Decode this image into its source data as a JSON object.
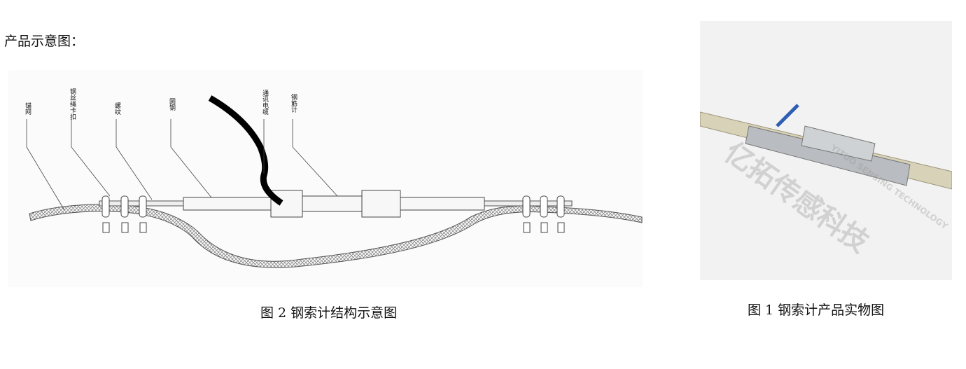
{
  "heading": "产品示意图：",
  "diagram": {
    "labels": [
      "锚网",
      "钢丝绳卡扣",
      "螺纹",
      "圆钢",
      "通讯电缆",
      "钢筋计"
    ],
    "caption": "图 2 钢索计结构示意图"
  },
  "photo": {
    "watermark_cn": "亿拓传感科技",
    "watermark_en": "YITUO SENSING TECHNOLOGY",
    "caption": "图 1 钢索计产品实物图"
  }
}
